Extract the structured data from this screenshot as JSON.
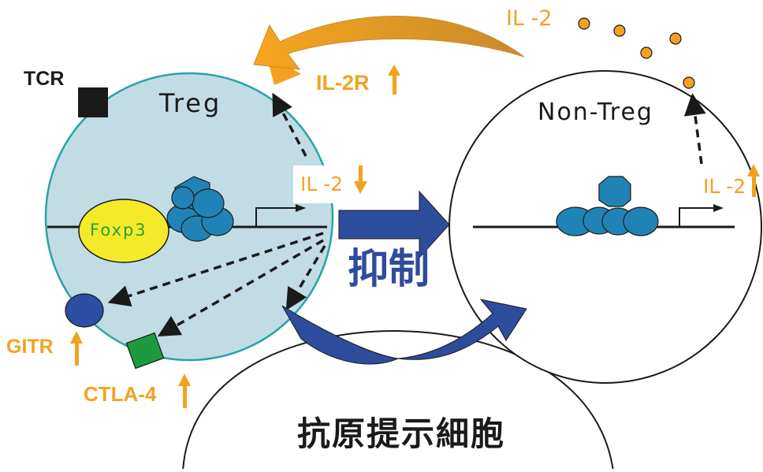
{
  "labels": {
    "tcr": "TCR",
    "treg": "Treg",
    "il2r": "IL-2R",
    "il2_top": "IL -2",
    "il2_treg": "IL -2",
    "foxp3": "Foxp3",
    "non_treg": "Non-Treg",
    "il2_nontreg": "IL -2",
    "suppression": "抑制",
    "gitr": "GITR",
    "ctla4": "CTLA-4",
    "apc": "抗原提示細胞"
  },
  "colors": {
    "treg_cell_fill": "#C2DCE5",
    "treg_cell_border": "#2AA3A8",
    "receptor_orange": "#F3A21F",
    "text_orange": "#F3A21F",
    "protein_blue": "#2183B5",
    "arrow_blue": "#2E4C9C",
    "foxp3_yellow": "#F4EA2A",
    "foxp3_text": "#2E9E3A",
    "ctla4_green": "#1E9A3E",
    "gitr_blue": "#2C4EA3",
    "tcr_black": "#1A1A1A"
  }
}
